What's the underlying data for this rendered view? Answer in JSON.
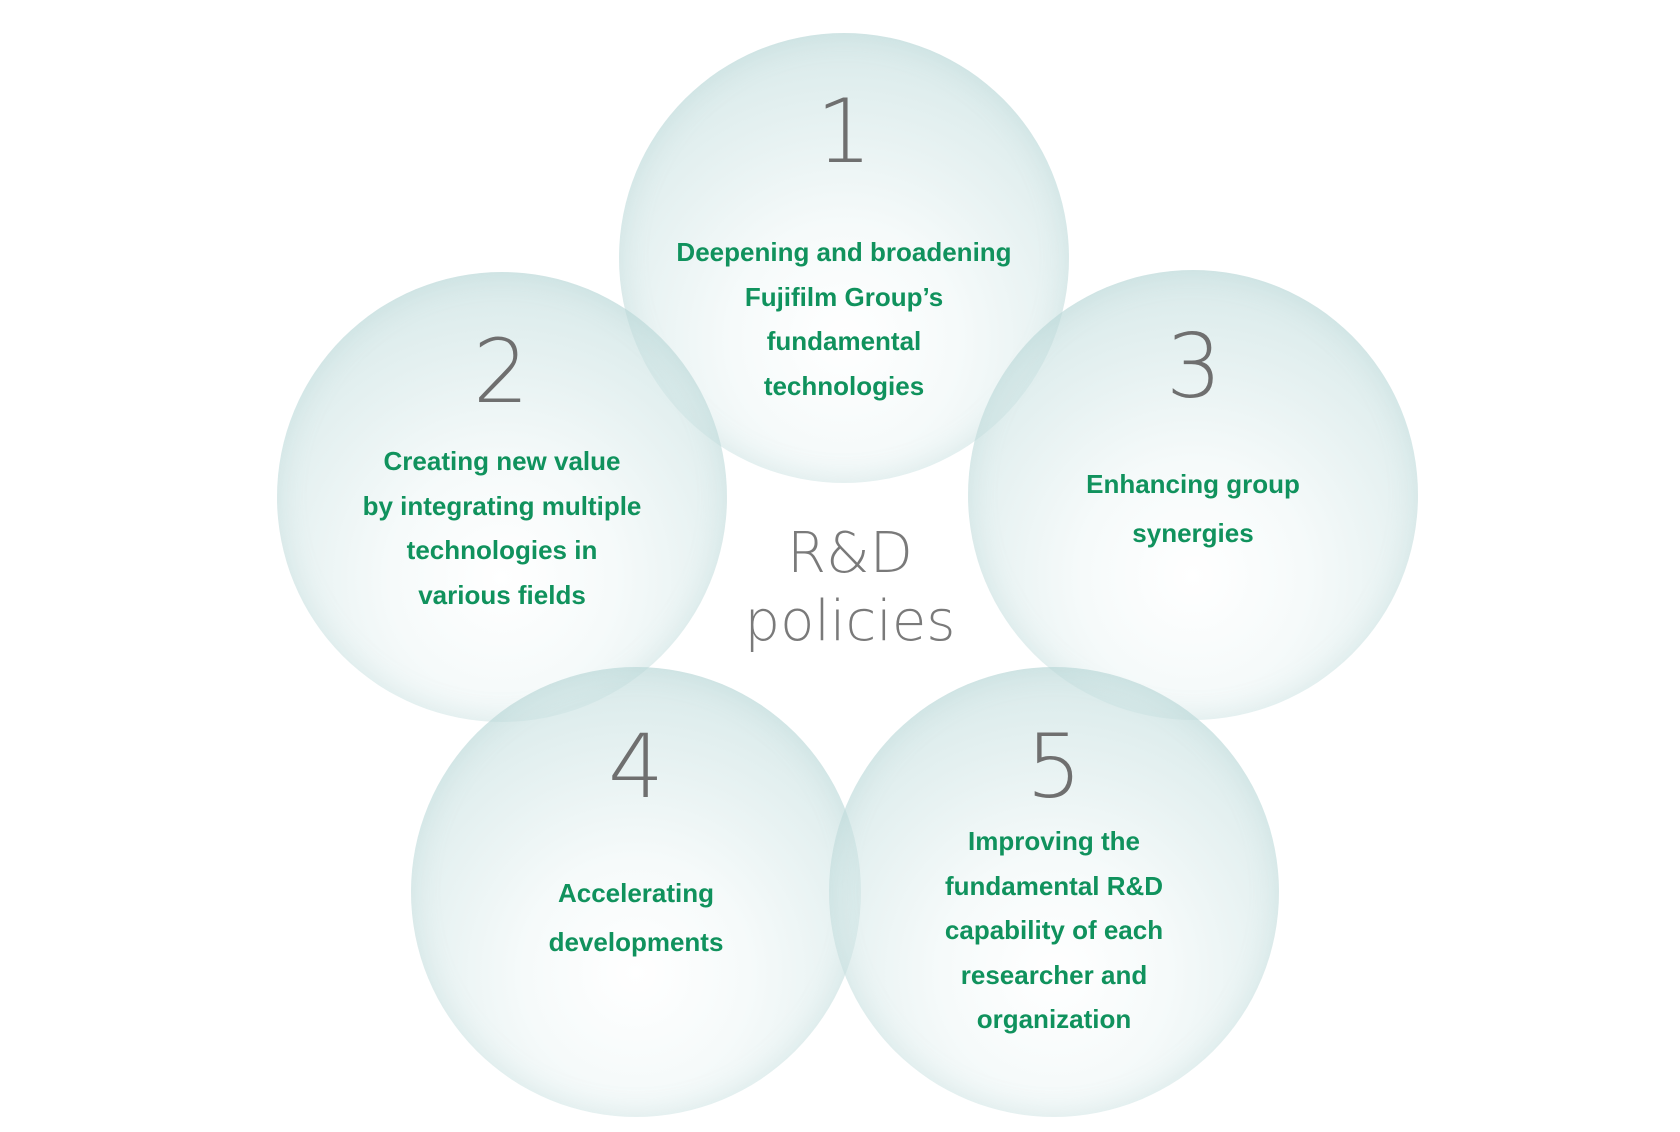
{
  "diagram": {
    "center": {
      "line1": "R&D",
      "line2": "policies"
    },
    "colors": {
      "number": "#6f6f6f",
      "label": "#10925d",
      "center_text": "#7a7a7a",
      "circle_fill": "#cfe4e4"
    },
    "policies": [
      {
        "number": "1",
        "lines": [
          "Deepening and broadening",
          "Fujifilm Group’s",
          "fundamental",
          "technologies"
        ]
      },
      {
        "number": "2",
        "lines": [
          "Creating new value",
          "by integrating multiple",
          "technologies in",
          "various fields"
        ]
      },
      {
        "number": "3",
        "lines": [
          "Enhancing group",
          "synergies"
        ]
      },
      {
        "number": "4",
        "lines": [
          "Accelerating",
          "developments"
        ]
      },
      {
        "number": "5",
        "lines": [
          "Improving the",
          "fundamental R&D",
          "capability of each",
          "researcher and",
          "organization"
        ]
      }
    ]
  }
}
